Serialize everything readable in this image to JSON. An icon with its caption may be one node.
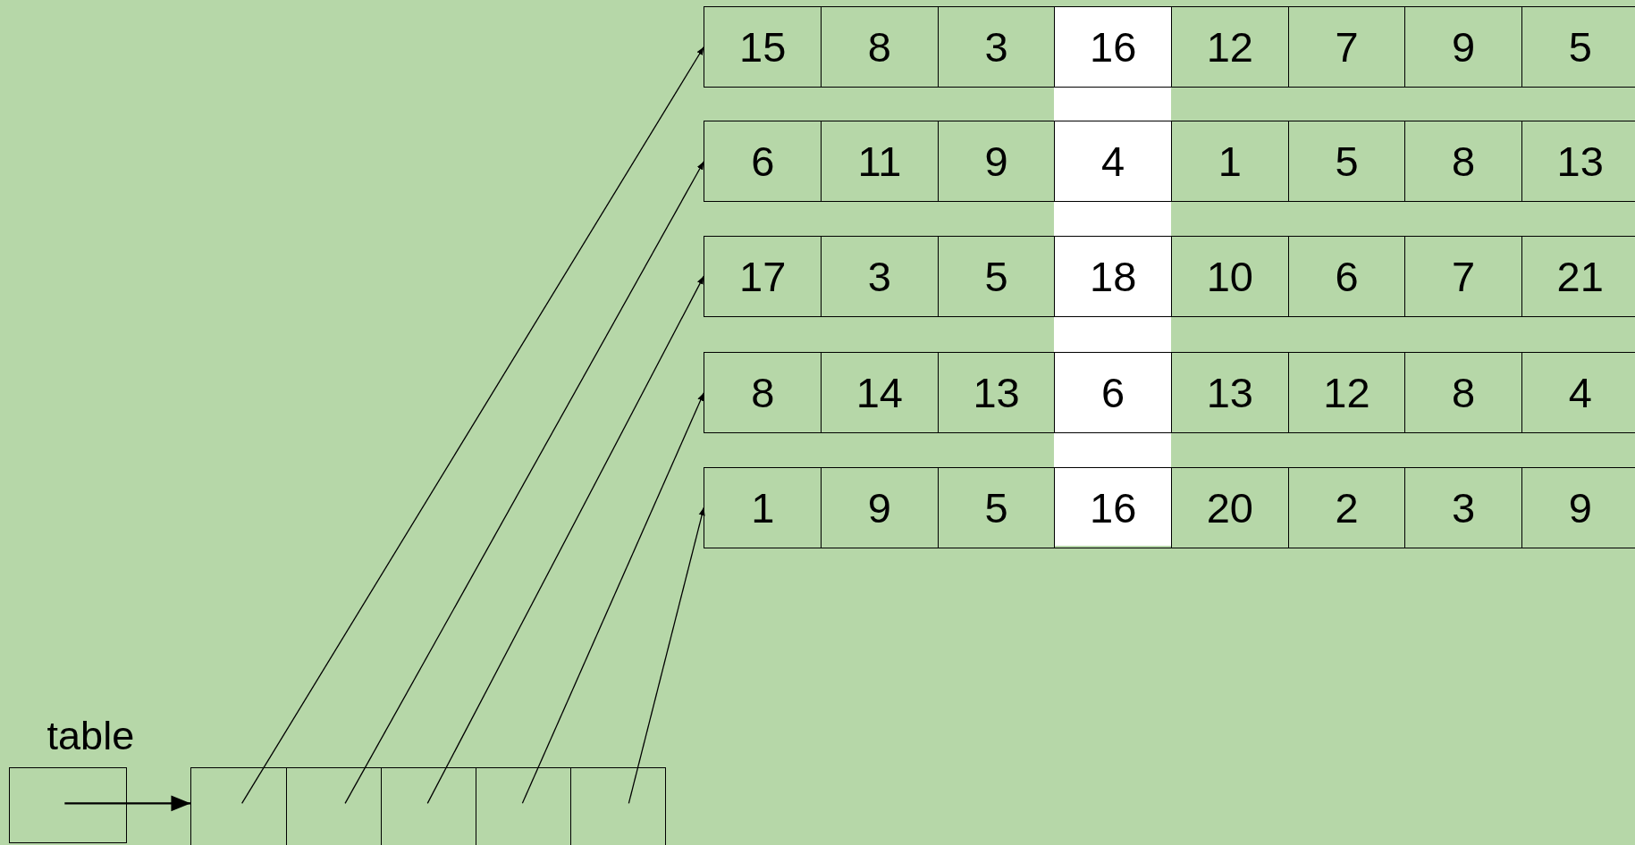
{
  "diagram": {
    "nodes": [
      {
        "text": [
          "15"
        ]
      },
      {
        "text": [
          "8"
        ]
      },
      {
        "text": [
          "3"
        ]
      },
      {
        "text": [
          "16"
        ]
      },
      {
        "text": [
          "12"
        ]
      },
      {
        "text": [
          "7"
        ]
      },
      {
        "text": [
          "9"
        ]
      },
      {
        "text": [
          "5"
        ]
      },
      {
        "text": [
          "6"
        ]
      },
      {
        "text": [
          "11"
        ]
      },
      {
        "text": [
          "9"
        ]
      },
      {
        "text": [
          "4"
        ]
      },
      {
        "text": [
          "1"
        ]
      },
      {
        "text": [
          "5"
        ]
      },
      {
        "text": [
          "8"
        ]
      },
      {
        "text": [
          "13"
        ]
      },
      {
        "text": [
          "17"
        ]
      },
      {
        "text": [
          "3"
        ]
      },
      {
        "text": [
          "5"
        ]
      },
      {
        "text": [
          "18"
        ]
      },
      {
        "text": [
          "10"
        ]
      },
      {
        "text": [
          "6"
        ]
      },
      {
        "text": [
          "7"
        ]
      },
      {
        "text": [
          "21"
        ]
      },
      {
        "text": [
          "8"
        ]
      },
      {
        "text": [
          "14"
        ]
      },
      {
        "text": [
          "13"
        ]
      },
      {
        "text": [
          "6"
        ]
      },
      {
        "text": [
          "13"
        ]
      },
      {
        "text": [
          "12"
        ]
      },
      {
        "text": [
          "8"
        ]
      },
      {
        "text": [
          "4"
        ]
      },
      {
        "text": [
          "1"
        ]
      },
      {
        "text": [
          "9"
        ]
      },
      {
        "text": [
          "5"
        ]
      },
      {
        "text": [
          "16"
        ]
      },
      {
        "text": [
          "20"
        ]
      },
      {
        "text": [
          "2"
        ]
      },
      {
        "text": [
          "3"
        ]
      },
      {
        "text": [
          "9"
        ]
      },
      {
        "text": [
          "table"
        ]
      },
      {
        "text": [],
        "shape": "box"
      },
      {
        "text": [],
        "shape": "box"
      },
      {
        "text": [],
        "shape": "box"
      },
      {
        "text": [],
        "shape": "box"
      },
      {
        "text": [],
        "shape": "box"
      }
    ],
    "edges": [
      {
        "from": 40,
        "to": 41,
        "arrow": "to"
      },
      {
        "from": 41,
        "to": 0,
        "arrow": "to"
      },
      {
        "from": 42,
        "to": 8,
        "arrow": "to"
      },
      {
        "from": 43,
        "to": 16,
        "arrow": "to"
      },
      {
        "from": 44,
        "to": 24,
        "arrow": "to"
      },
      {
        "from": 45,
        "to": 32,
        "arrow": "to"
      }
    ]
  }
}
